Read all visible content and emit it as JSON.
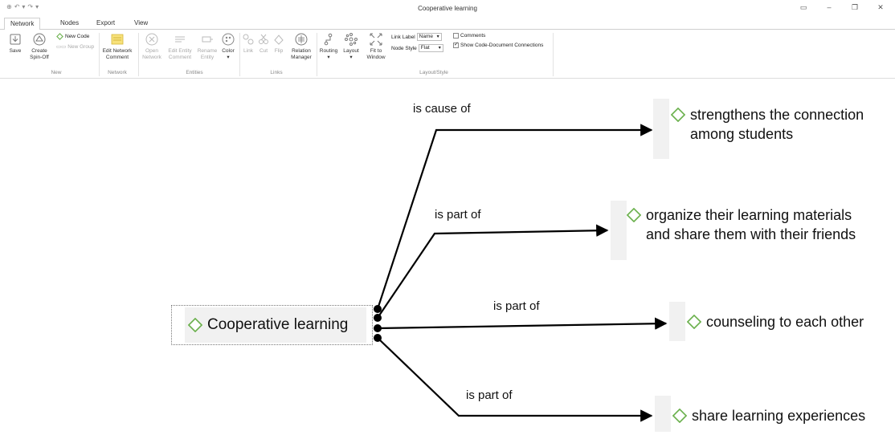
{
  "window": {
    "title": "Cooperative learning",
    "controls": [
      "minimize",
      "maximize",
      "close"
    ]
  },
  "tabs": [
    {
      "label": "Network",
      "active": true
    },
    {
      "label": "Nodes",
      "active": false
    },
    {
      "label": "Export",
      "active": false
    },
    {
      "label": "View",
      "active": false
    }
  ],
  "ribbon": {
    "new": {
      "save": "Save",
      "create_spin_off": "Create\nSpin-Off",
      "new_code": "New Code",
      "new_group": "New Group",
      "group_label": "New"
    },
    "network": {
      "edit_network_comment": "Edit Network\nComment",
      "group_label": "Network"
    },
    "entities": {
      "open_network": "Open\nNetwork",
      "edit_entity_comment": "Edit Entity\nComment",
      "rename_entity": "Rename\nEntity",
      "color": "Color",
      "group_label": "Entities"
    },
    "links": {
      "link": "Link",
      "cut": "Cut",
      "flip": "Flip",
      "relation_manager": "Relation\nManager",
      "group_label": "Links"
    },
    "layout_style": {
      "routing": "Routing",
      "layout": "Layout",
      "fit_to_window": "Fit to\nWindow",
      "link_label_caption": "Link Label",
      "link_label_value": "Name",
      "node_style_caption": "Node Style",
      "node_style_value": "Flat",
      "comments_label": "Comments",
      "comments_checked": false,
      "show_connections_label": "Show Code-Document Connections",
      "show_connections_checked": true,
      "group_label": "Layout/Style"
    }
  },
  "network": {
    "code_icon_color": "#6ab04c",
    "source": {
      "label": "Cooperative learning"
    },
    "targets": [
      {
        "label_lines": [
          "strengthens the connection",
          "among students"
        ],
        "relation": "is cause of"
      },
      {
        "label_lines": [
          "organize their learning materials",
          "and share them with their friends"
        ],
        "relation": "is part of"
      },
      {
        "label_lines": [
          "counseling to each other"
        ],
        "relation": "is part of"
      },
      {
        "label_lines": [
          "share learning experiences"
        ],
        "relation": "is part of"
      }
    ]
  }
}
